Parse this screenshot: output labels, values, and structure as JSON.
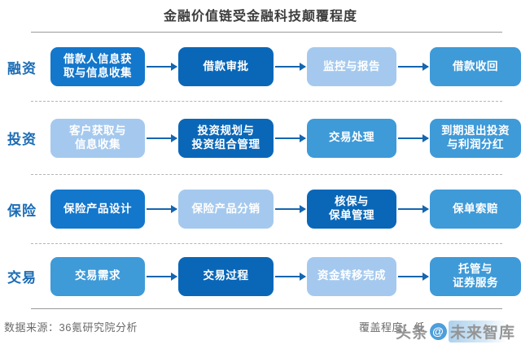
{
  "title": "金融价值链受金融科技颠覆程度",
  "rows": [
    {
      "label": "融资",
      "boxes": [
        {
          "text": "借款人信息获\n取与信息收集",
          "tone": "strong"
        },
        {
          "text": "借款审批",
          "tone": "dark"
        },
        {
          "text": "监控与报告",
          "tone": "light"
        },
        {
          "text": "借款收回",
          "tone": "medium"
        }
      ]
    },
    {
      "label": "投资",
      "boxes": [
        {
          "text": "客户获取与\n信息收集",
          "tone": "light"
        },
        {
          "text": "投资规划与\n投资组合管理",
          "tone": "dark"
        },
        {
          "text": "交易处理",
          "tone": "medium"
        },
        {
          "text": "到期退出投资\n与利润分红",
          "tone": "medium"
        }
      ]
    },
    {
      "label": "保险",
      "boxes": [
        {
          "text": "保险产品设计",
          "tone": "strong"
        },
        {
          "text": "保险产品分销",
          "tone": "light"
        },
        {
          "text": "核保与\n保单管理",
          "tone": "dark"
        },
        {
          "text": "保单索赔",
          "tone": "medium"
        }
      ]
    },
    {
      "label": "交易",
      "boxes": [
        {
          "text": "交易需求",
          "tone": "medium"
        },
        {
          "text": "交易过程",
          "tone": "dark"
        },
        {
          "text": "资金转移完成",
          "tone": "light"
        },
        {
          "text": "托管与\n证券服务",
          "tone": "medium"
        }
      ]
    }
  ],
  "footer": {
    "source": "数据来源：36氪研究院分析",
    "coverage_label": "覆盖程度：低"
  },
  "watermark": {
    "prefix": "头条",
    "at": "@",
    "name": "未来智库"
  },
  "colors": {
    "dark": "#0a67b8",
    "strong": "#1377cc",
    "medium": "#3f9ad8",
    "light": "#a5c9ee",
    "label": "#1b6cb5",
    "arrow": "#1565b0"
  }
}
